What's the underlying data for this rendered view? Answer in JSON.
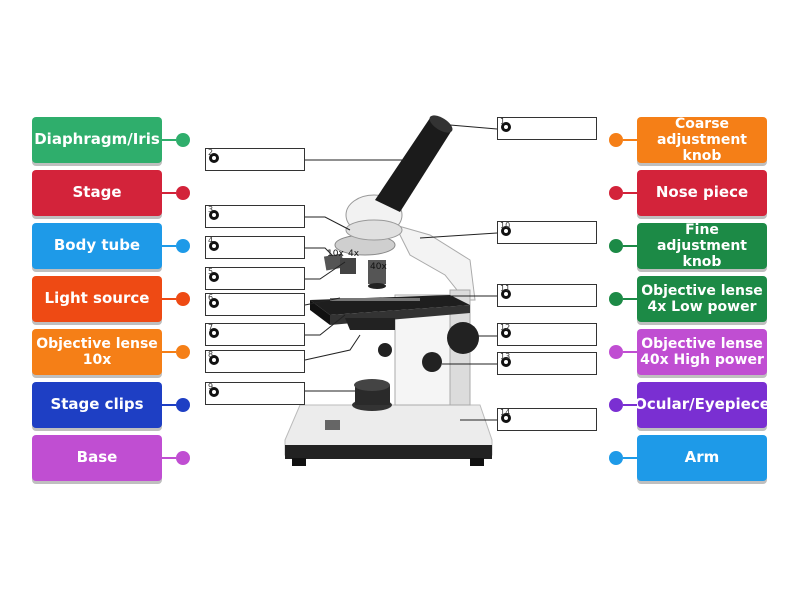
{
  "left_labels": [
    {
      "text": "Diaphragm/Iris",
      "color": "#2fae6c"
    },
    {
      "text": "Stage",
      "color": "#d3233a"
    },
    {
      "text": "Body tube",
      "color": "#1e9ae8"
    },
    {
      "text": "Light source",
      "color": "#ee4a14"
    },
    {
      "text": "Objective lense 10x",
      "color": "#f57f17"
    },
    {
      "text": "Stage clips",
      "color": "#1e3fc4"
    },
    {
      "text": "Base",
      "color": "#c04ed2"
    }
  ],
  "right_labels": [
    {
      "text": "Coarse adjustment knob",
      "color": "#f57f17"
    },
    {
      "text": "Nose piece",
      "color": "#d3233a"
    },
    {
      "text": "Fine adjustment knob",
      "color": "#1c8a46"
    },
    {
      "text": "Objective lense 4x Low power",
      "color": "#1c8a46"
    },
    {
      "text": "Objective lense 40x High power",
      "color": "#c04ed2"
    },
    {
      "text": "Ocular/Eyepiece",
      "color": "#7a2fd2"
    },
    {
      "text": "Arm",
      "color": "#1e9ae8"
    }
  ],
  "answer_boxes": [
    {
      "number": "1"
    },
    {
      "number": "2"
    },
    {
      "number": "3"
    },
    {
      "number": "4"
    },
    {
      "number": "5"
    },
    {
      "number": "6"
    },
    {
      "number": "7"
    },
    {
      "number": "8"
    },
    {
      "number": "9"
    },
    {
      "number": "10"
    },
    {
      "number": "11"
    },
    {
      "number": "12"
    },
    {
      "number": "13"
    },
    {
      "number": "14"
    }
  ],
  "microscope": {
    "objective_10x": "10x",
    "objective_4x": "4x",
    "objective_40x": "40x"
  }
}
